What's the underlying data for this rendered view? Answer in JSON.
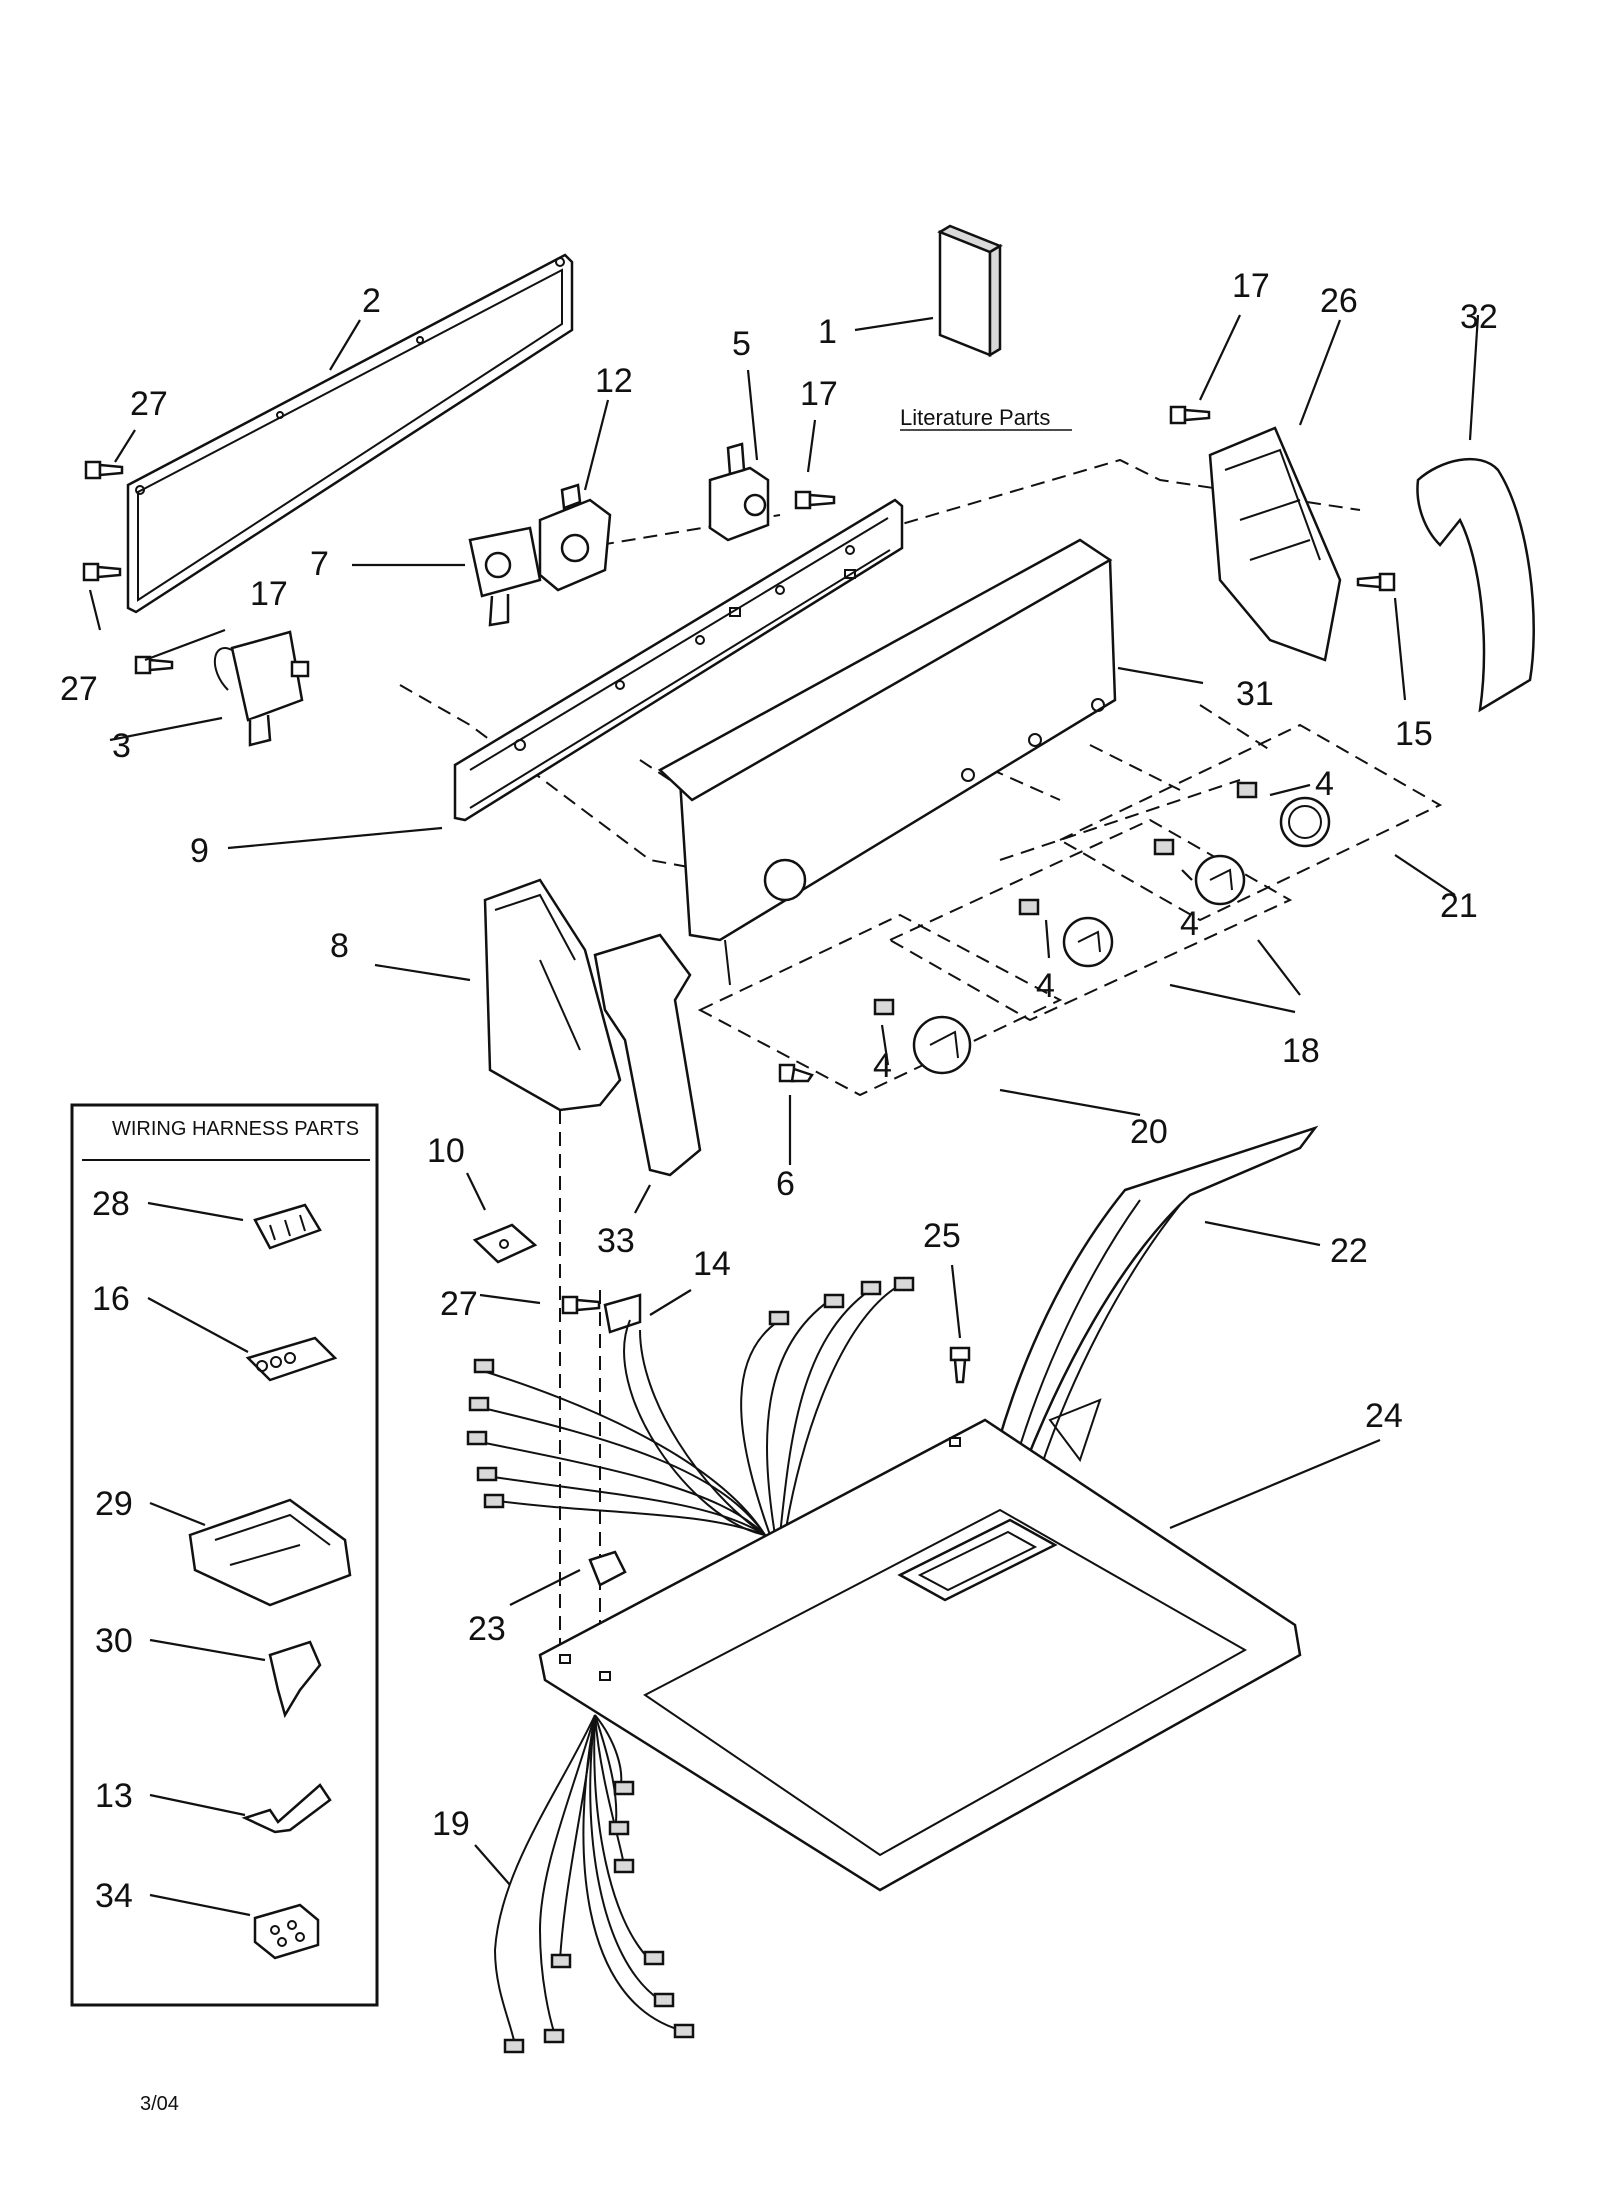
{
  "callouts": [
    {
      "id": "c1",
      "text": "1"
    },
    {
      "id": "c2",
      "text": "2"
    },
    {
      "id": "c3",
      "text": "3"
    },
    {
      "id": "c4a",
      "text": "4"
    },
    {
      "id": "c4b",
      "text": "4"
    },
    {
      "id": "c4c",
      "text": "4"
    },
    {
      "id": "c4d",
      "text": "4"
    },
    {
      "id": "c5",
      "text": "5"
    },
    {
      "id": "c6",
      "text": "6"
    },
    {
      "id": "c7",
      "text": "7"
    },
    {
      "id": "c8",
      "text": "8"
    },
    {
      "id": "c9",
      "text": "9"
    },
    {
      "id": "c10",
      "text": "10"
    },
    {
      "id": "c12",
      "text": "12"
    },
    {
      "id": "c14",
      "text": "14"
    },
    {
      "id": "c15",
      "text": "15"
    },
    {
      "id": "c17a",
      "text": "17"
    },
    {
      "id": "c17b",
      "text": "17"
    },
    {
      "id": "c17c",
      "text": "17"
    },
    {
      "id": "c18",
      "text": "18"
    },
    {
      "id": "c19",
      "text": "19"
    },
    {
      "id": "c20",
      "text": "20"
    },
    {
      "id": "c21",
      "text": "21"
    },
    {
      "id": "c22",
      "text": "22"
    },
    {
      "id": "c23",
      "text": "23"
    },
    {
      "id": "c24",
      "text": "24"
    },
    {
      "id": "c25",
      "text": "25"
    },
    {
      "id": "c26",
      "text": "26"
    },
    {
      "id": "c27a",
      "text": "27"
    },
    {
      "id": "c27b",
      "text": "27"
    },
    {
      "id": "c27c",
      "text": "27"
    },
    {
      "id": "c31",
      "text": "31"
    },
    {
      "id": "c32",
      "text": "32"
    },
    {
      "id": "c33",
      "text": "33"
    }
  ],
  "literature_label": "Literature Parts",
  "wiring_box": {
    "title": "WIRING HARNESS PARTS",
    "items": [
      "28",
      "16",
      "29",
      "30",
      "13",
      "34"
    ]
  },
  "footer_date": "3/04"
}
